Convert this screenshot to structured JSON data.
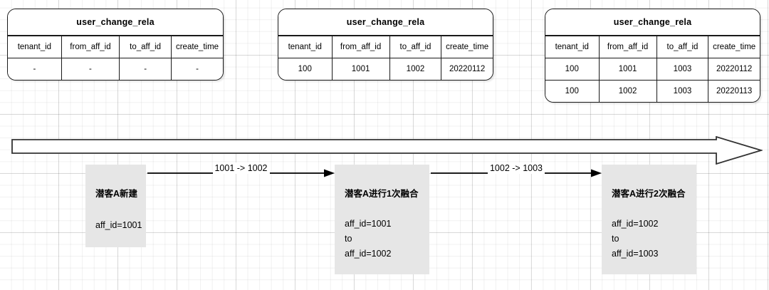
{
  "diagram": {
    "type": "timeline-flow",
    "background": "#ffffff",
    "grid_color": "#e8e8e8",
    "box_fill": "#e6e6e6",
    "line_color": "#1a1a1a"
  },
  "tables": [
    {
      "title": "user_change_rela",
      "columns": [
        "tenant_id",
        "from_aff_id",
        "to_aff_id",
        "create_time"
      ],
      "rows": [
        [
          "-",
          "-",
          "-",
          "-"
        ]
      ]
    },
    {
      "title": "user_change_rela",
      "columns": [
        "tenant_id",
        "from_aff_id",
        "to_aff_id",
        "create_time"
      ],
      "rows": [
        [
          "100",
          "1001",
          "1002",
          "20220112"
        ]
      ]
    },
    {
      "title": "user_change_rela",
      "columns": [
        "tenant_id",
        "from_aff_id",
        "to_aff_id",
        "create_time"
      ],
      "rows": [
        [
          "100",
          "1001",
          "1003",
          "20220112"
        ],
        [
          "100",
          "1002",
          "1003",
          "20220113"
        ]
      ]
    }
  ],
  "timeline": {
    "icon": "right-block-arrow",
    "direction": "right"
  },
  "stages": [
    {
      "title": "潜客A新建",
      "lines": [
        "aff_id=1001"
      ]
    },
    {
      "title": "潜客A进行1次融合",
      "lines": [
        "aff_id=1001",
        "to",
        "aff_id=1002"
      ]
    },
    {
      "title": "潜客A进行2次融合",
      "lines": [
        "aff_id=1002",
        "to",
        "aff_id=1003"
      ]
    }
  ],
  "connectors": [
    {
      "label": "1001 -> 1002"
    },
    {
      "label": "1002 -> 1003"
    }
  ]
}
